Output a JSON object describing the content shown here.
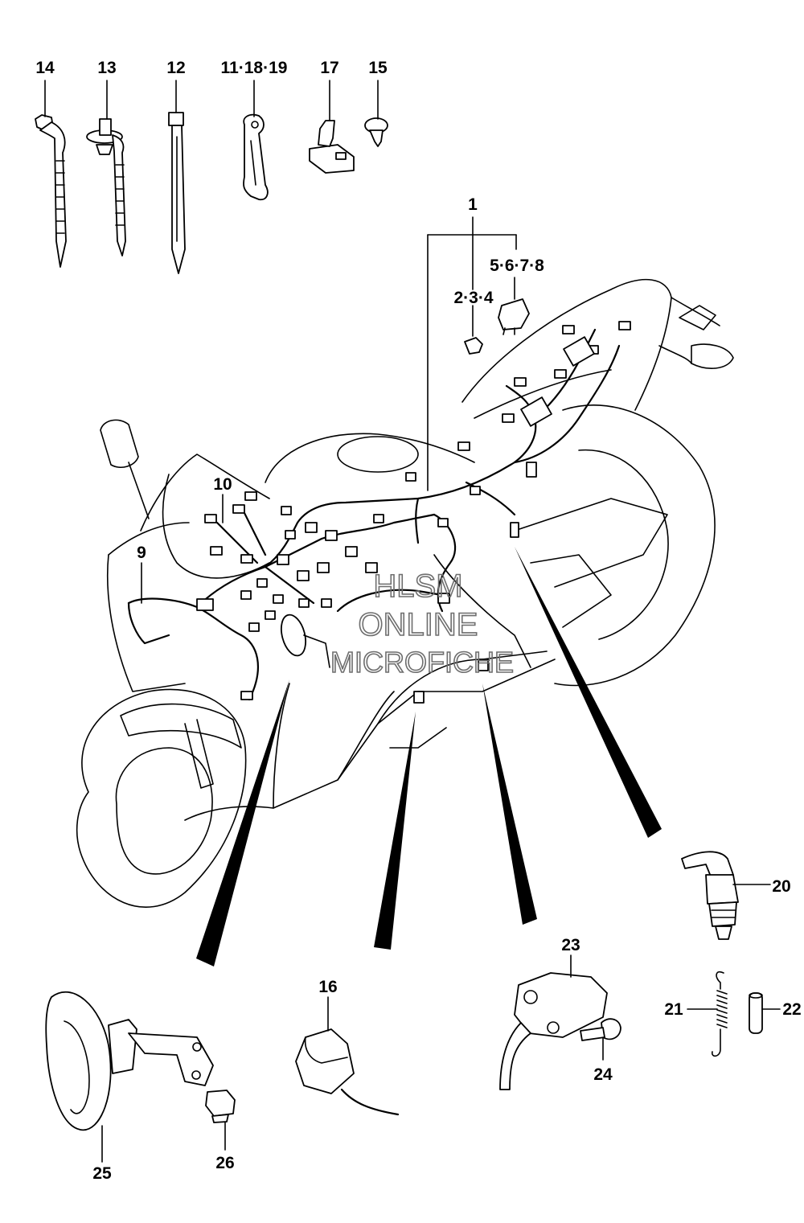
{
  "labels": {
    "l14": "14",
    "l13": "13",
    "l12": "12",
    "l11_18_19": "11·18·19",
    "l17": "17",
    "l15": "15",
    "l1": "1",
    "l5_6_7_8": "5·6·7·8",
    "l2_3_4": "2·3·4",
    "l10": "10",
    "l9": "9",
    "l20": "20",
    "l23": "23",
    "l16": "16",
    "l21": "21",
    "l22": "22",
    "l24": "24",
    "l25": "25",
    "l26": "26"
  },
  "watermark": {
    "line1": "HLSM",
    "line2": "ONLINE",
    "line3": "MICROFICHE"
  }
}
